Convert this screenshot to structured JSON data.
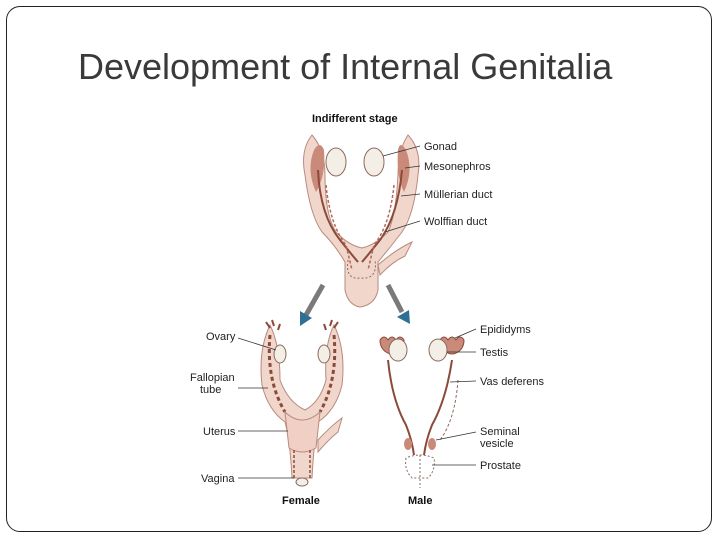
{
  "slide": {
    "title": "Development of Internal Genitalia"
  },
  "figure": {
    "indifferent": {
      "title": "Indifferent stage",
      "labels": {
        "gonad": "Gonad",
        "mesonephros": "Mesonephros",
        "mullerian": "Müllerian duct",
        "wolffian": "Wolffian duct"
      }
    },
    "female": {
      "title": "Female",
      "labels": {
        "ovary": "Ovary",
        "fallopian_1": "Fallopian",
        "fallopian_2": "tube",
        "uterus": "Uterus",
        "vagina": "Vagina"
      }
    },
    "male": {
      "title": "Male",
      "labels": {
        "epididymis": "Epididyms",
        "testis": "Testis",
        "vas_deferens": "Vas deferens",
        "seminal_1": "Seminal",
        "seminal_2": "vesicle",
        "prostate": "Prostate"
      }
    },
    "colors": {
      "tissue": "#f1d6cc",
      "tissue_dark": "#c98a7a",
      "gonad": "#f4efe6",
      "duct": "#8b4a3a",
      "arrow": "#2f6f93"
    }
  }
}
